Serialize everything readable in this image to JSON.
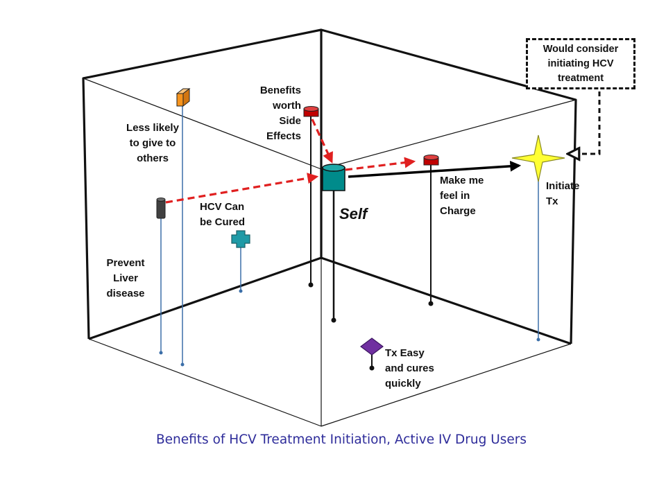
{
  "labels": {
    "less_likely": "Less likely\nto give to\nothers",
    "benefits_worth": "Benefits\nworth\nSide\nEffects",
    "prevent_liver": "Prevent\nLiver\ndisease",
    "hcv_cured": "HCV Can\nbe Cured",
    "self": "Self",
    "make_me": "Make me\nfeel in\nCharge",
    "initiate": "Initiate\nTx",
    "tx_easy": "Tx Easy\nand cures\nquickly"
  },
  "callout": {
    "text": "Would consider\ninitiating HCV\ntreatment"
  },
  "caption": "Benefits of HCV Treatment Initiation,  Active IV Drug Users",
  "colors": {
    "orange_marker": "#f7941d",
    "red_marker": "#c00000",
    "dark_marker": "#404040",
    "teal_marker": "#1f9aa6",
    "self_marker": "#008b8b",
    "star_marker": "#ffff33",
    "diamond_marker": "#7030a0",
    "stem_blue": "#3b6ea8",
    "arrow_red": "#e02020",
    "caption": "#2e2c9a"
  }
}
